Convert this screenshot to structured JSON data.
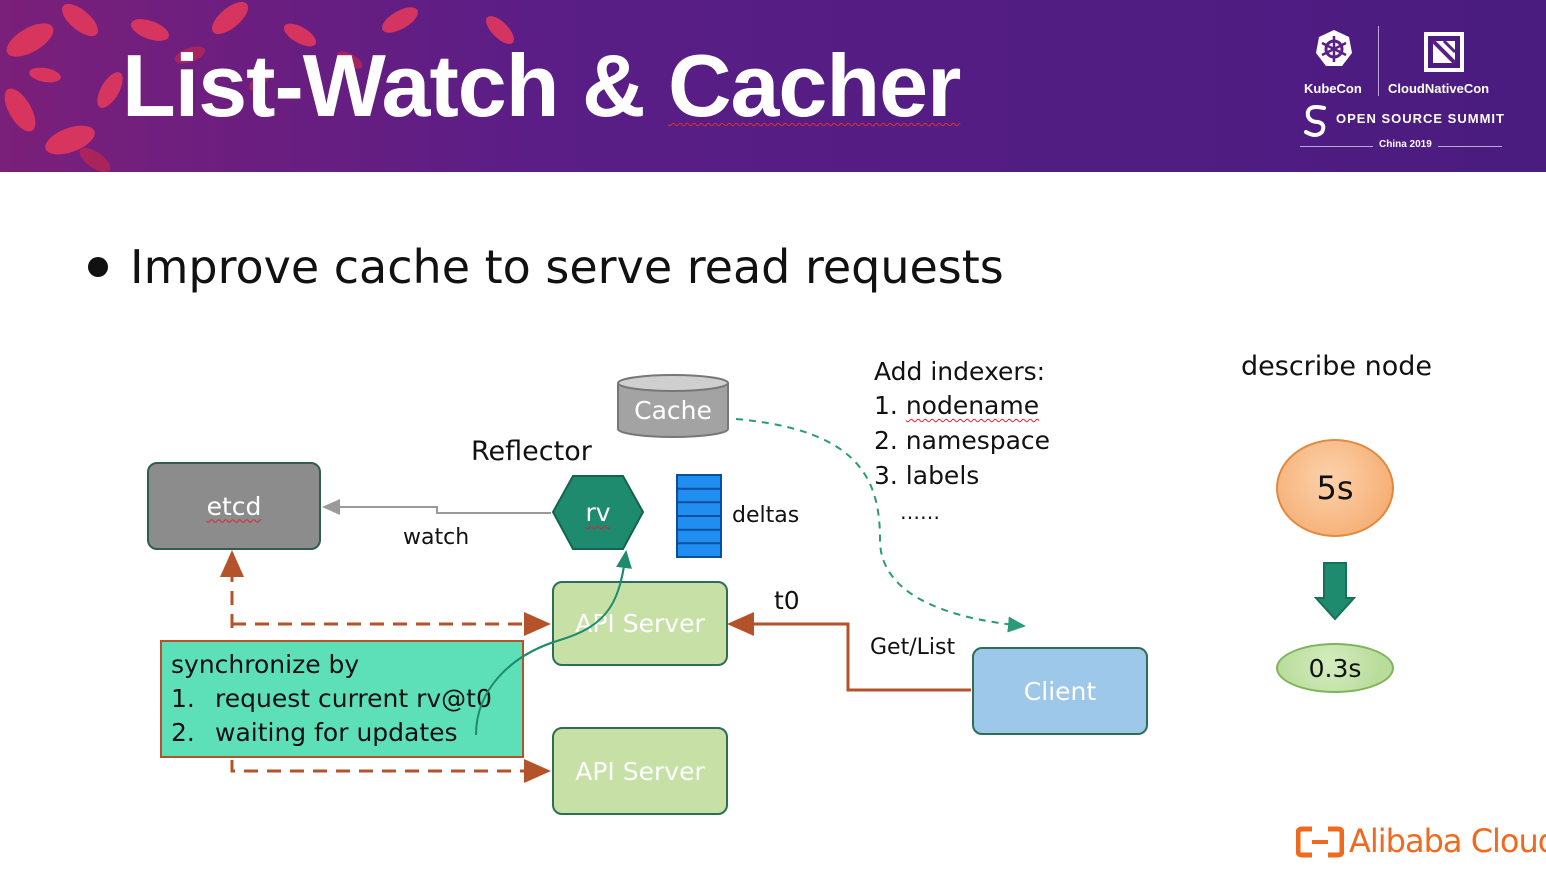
{
  "header": {
    "title_part1": "List-Watch & ",
    "title_part2": "Cacher",
    "logos": {
      "kubecon": "KubeCon",
      "cloudnativecon": "CloudNativeCon",
      "open_source_summit": "OPEN SOURCE SUMMIT",
      "event": "China 2019"
    }
  },
  "bullet": "Improve cache to serve read requests",
  "diagram": {
    "cache": "Cache",
    "reflector": "Reflector",
    "etcd": "etcd",
    "rv": "rv",
    "watch": "watch",
    "deltas": "deltas",
    "api_server_1": "API Server",
    "api_server_2": "API Server",
    "client": "Client",
    "t0": "t0",
    "get_list": "Get/List",
    "sync_title": "synchronize by",
    "sync_items": [
      "1.",
      "request current rv@t0",
      "2.",
      "waiting for updates"
    ],
    "indexers_title": "Add indexers:",
    "indexers": [
      "1. ",
      "nodename",
      "2. namespace",
      "3. labels",
      "……"
    ]
  },
  "describe": {
    "title": "describe node",
    "before": "5s",
    "after": "0.3s"
  },
  "footer": {
    "brand": "Alibaba Cloud"
  },
  "colors": {
    "banner": "#5a1e86",
    "etcd": "#8c8c8c",
    "rv": "#1e8a6e",
    "deltas": "#1f8ef0",
    "api_server": "#c6e0a6",
    "client": "#9dc8ea",
    "sync_box": "#5de0b8",
    "arrow_orange": "#b4532a",
    "arrow_green": "#1e8a6e",
    "bubble_orange": "#f6b27a",
    "bubble_green": "#b8dc9a",
    "brand_orange": "#ef6a1e"
  }
}
